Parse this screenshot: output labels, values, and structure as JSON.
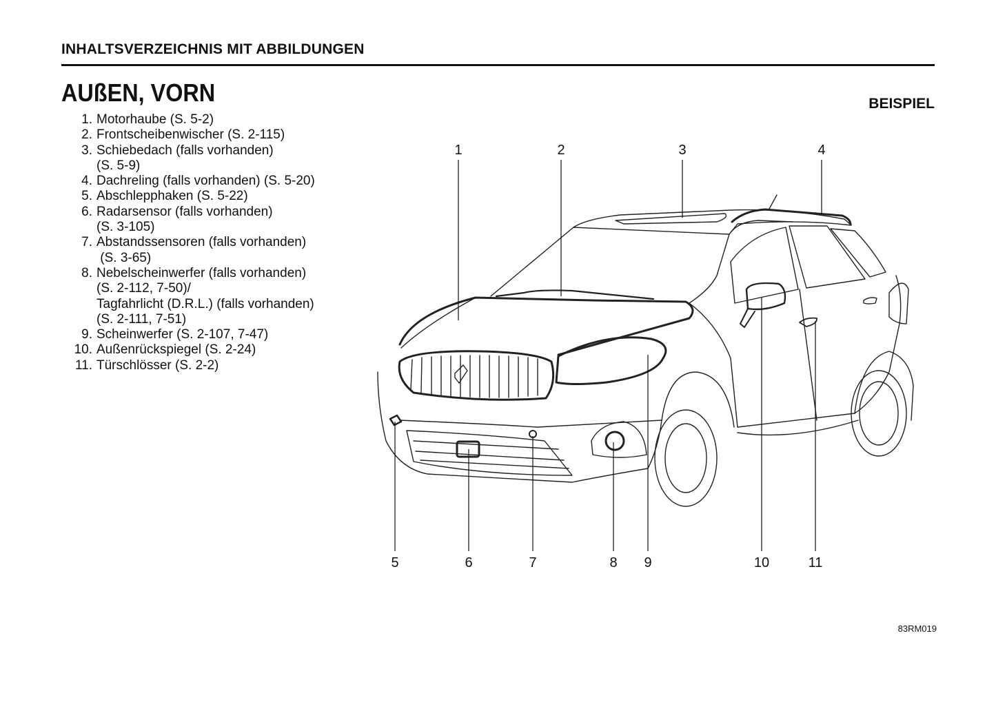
{
  "header": {
    "section_title": "INHALTSVERZEICHNIS MIT ABBILDUNGEN"
  },
  "page": {
    "title": "AUßEN, VORN",
    "example_label": "BEISPIEL",
    "figure_ref": "83RM019"
  },
  "items": [
    {
      "num": "1.",
      "lines": [
        "Motorhaube (S. 5-2)"
      ]
    },
    {
      "num": "2.",
      "lines": [
        "Frontscheibenwischer (S. 2-115)"
      ]
    },
    {
      "num": "3.",
      "lines": [
        "Schiebedach (falls vorhanden)",
        "(S. 5-9)"
      ]
    },
    {
      "num": "4.",
      "lines": [
        "Dachreling (falls vorhanden) (S. 5-20)"
      ]
    },
    {
      "num": "5.",
      "lines": [
        "Abschlepphaken (S. 5-22)"
      ]
    },
    {
      "num": "6.",
      "lines": [
        "Radarsensor (falls vorhanden)",
        "(S. 3-105)"
      ]
    },
    {
      "num": "7.",
      "lines": [
        "Abstandssensoren (falls vorhanden)",
        " (S. 3-65)"
      ]
    },
    {
      "num": "8.",
      "lines": [
        "Nebelscheinwerfer (falls vorhanden)",
        "(S. 2-112, 7-50)/",
        "Tagfahrlicht (D.R.L.) (falls vorhanden)",
        "(S. 2-111, 7-51)"
      ]
    },
    {
      "num": "9.",
      "lines": [
        "Scheinwerfer (S. 2-107, 7-47)"
      ]
    },
    {
      "num": "10.",
      "lines": [
        "Außenrückspiegel (S. 2-24)"
      ]
    },
    {
      "num": "11.",
      "lines": [
        "Türschlösser (S. 2-2)"
      ]
    }
  ],
  "callouts": {
    "c1": "1",
    "c2": "2",
    "c3": "3",
    "c4": "4",
    "c5": "5",
    "c6": "6",
    "c7": "7",
    "c8": "8",
    "c9": "9",
    "c10": "10",
    "c11": "11"
  }
}
